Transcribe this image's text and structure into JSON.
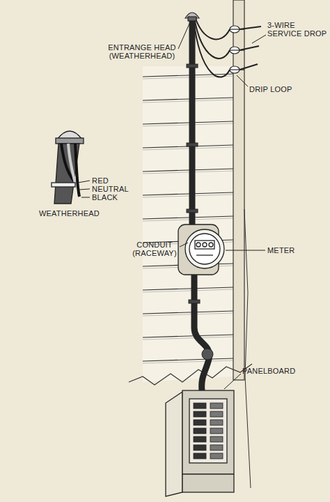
{
  "diagram": {
    "labels": [
      "ENTRANGE HEAD (WEATHERHEAD)",
      "3-WIRE SERVICE DROP",
      "DRIP LOOP",
      "RED",
      "NEUTRAL",
      "BLACK",
      "WEATHERHEAD",
      "CONDUIT (RACEWAY)",
      "METER",
      "PANELBOARD"
    ]
  }
}
